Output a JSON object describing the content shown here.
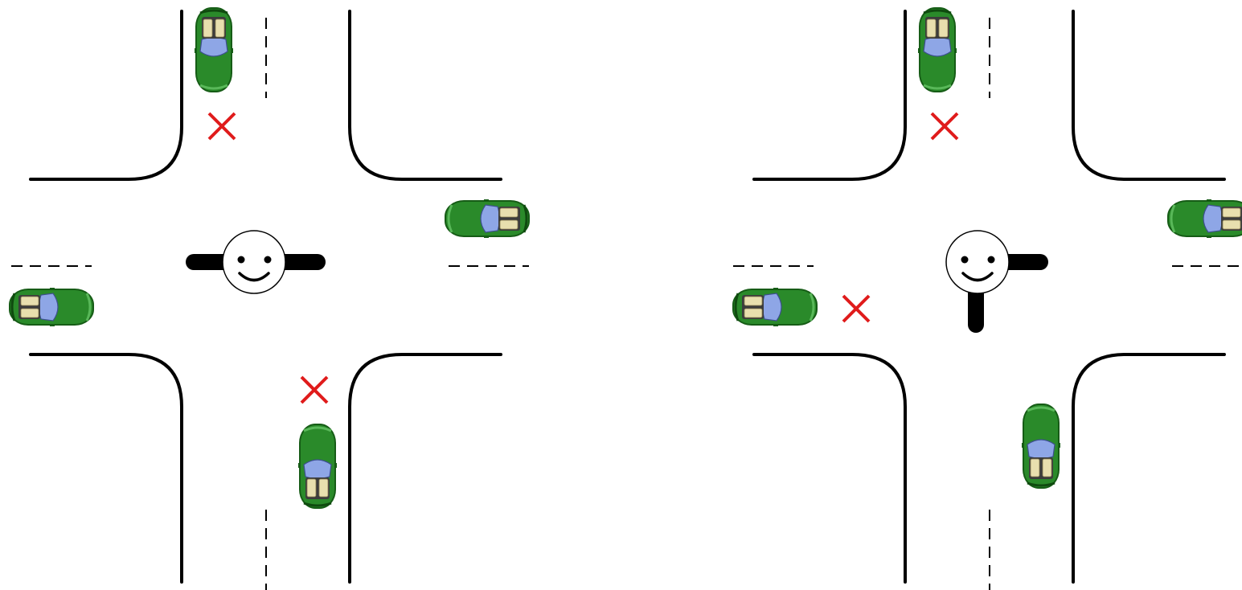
{
  "colors": {
    "background": "#ffffff",
    "curb": "#000000",
    "lane_marking": "#000000",
    "car_body": "#2a8a2a",
    "car_body_dark": "#165c16",
    "windshield": "#8ea6e6",
    "seat": "#e8dfae",
    "stop_mark": "#e01b1b",
    "officer_face": "#ffffff",
    "officer_arm": "#000000"
  },
  "icons": {
    "car": "car-icon",
    "stop": "cross-icon",
    "officer": "traffic-officer-icon"
  },
  "scenes": [
    {
      "id": "left",
      "officer_arms": [
        "left",
        "right"
      ],
      "cars": [
        {
          "approach": "north",
          "heading": "south",
          "status": "stopped"
        },
        {
          "approach": "east",
          "heading": "west",
          "status": "moving"
        },
        {
          "approach": "west",
          "heading": "east",
          "status": "moving"
        },
        {
          "approach": "south",
          "heading": "north",
          "status": "stopped"
        }
      ]
    },
    {
      "id": "right",
      "officer_arms": [
        "right",
        "down"
      ],
      "cars": [
        {
          "approach": "north",
          "heading": "south",
          "status": "stopped"
        },
        {
          "approach": "east",
          "heading": "west",
          "status": "moving"
        },
        {
          "approach": "west",
          "heading": "east",
          "status": "stopped"
        },
        {
          "approach": "south",
          "heading": "north",
          "status": "moving"
        }
      ]
    }
  ]
}
